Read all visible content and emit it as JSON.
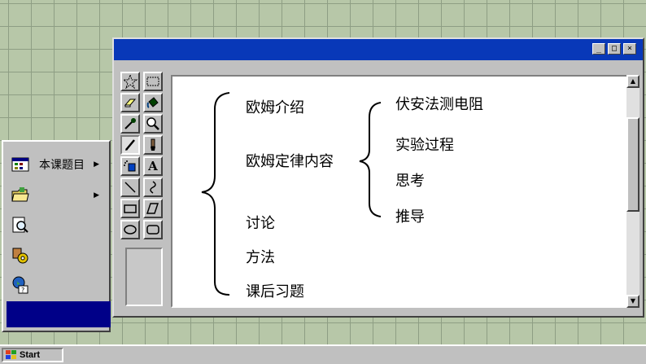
{
  "start_button": {
    "label": "Start"
  },
  "start_menu": {
    "items": [
      {
        "label": "本课题目",
        "icon": "programs-icon",
        "has_submenu": true
      },
      {
        "label": "",
        "icon": "folder-icon",
        "has_submenu": true
      },
      {
        "label": "",
        "icon": "find-icon",
        "has_submenu": false
      },
      {
        "label": "",
        "icon": "settings-gear-icon",
        "has_submenu": false
      },
      {
        "label": "",
        "icon": "help-globe-icon",
        "has_submenu": false
      }
    ]
  },
  "window": {
    "controls": {
      "minimize": "_",
      "maximize": "□",
      "close": "×"
    }
  },
  "toolbox": {
    "tools": [
      "free-select",
      "rect-select",
      "eraser",
      "fill",
      "color-picker",
      "magnifier",
      "pencil",
      "brush",
      "airbrush",
      "text",
      "line",
      "curve",
      "rectangle",
      "polygon",
      "ellipse",
      "rounded-rectangle"
    ]
  },
  "outline": {
    "level1": [
      "欧姆介绍",
      "欧姆定律内容",
      "讨论",
      "方法",
      "课后习题"
    ],
    "level2": [
      "伏安法测电阻",
      "实验过程",
      "思考",
      "推导"
    ]
  },
  "scrollbar": {
    "up": "▲",
    "down": "▼"
  }
}
